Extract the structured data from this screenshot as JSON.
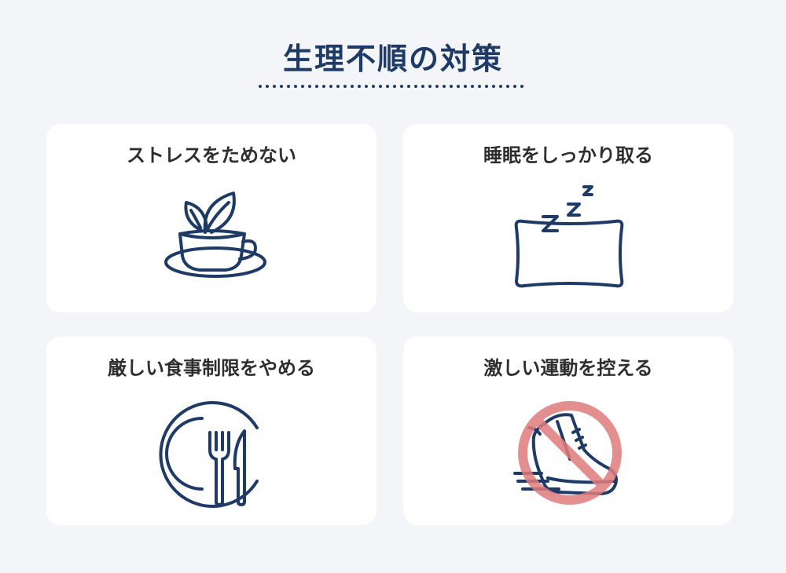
{
  "title": "生理不順の対策",
  "cards": [
    {
      "label": "ストレスをためない",
      "icon": "teacup-leaf-icon"
    },
    {
      "label": "睡眠をしっかり取る",
      "icon": "pillow-sleep-icon"
    },
    {
      "label": "厳しい食事制限をやめる",
      "icon": "plate-fork-knife-icon"
    },
    {
      "label": "激しい運動を控える",
      "icon": "no-running-shoe-icon"
    }
  ],
  "colors": {
    "navy": "#1e3a66",
    "prohibit_red": "#e07c7c",
    "card": "#ffffff",
    "background": "#f3f5f8"
  },
  "sleep_letters": [
    "Z",
    "z",
    "z"
  ]
}
